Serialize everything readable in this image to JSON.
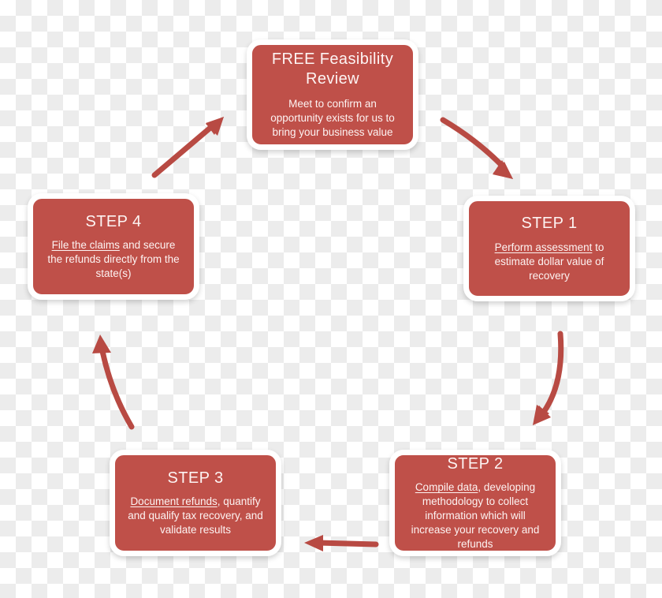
{
  "diagram": {
    "title": "FREE Feasibility Review cycle",
    "colors": {
      "node_fill": "#bf5049",
      "node_border": "#ffffff",
      "node_text": "#ffffff",
      "arrow": "#b84a43",
      "canvas_checker_light": "#ffffff",
      "canvas_checker_dark": "#ececec"
    },
    "nodes": [
      {
        "id": "intro",
        "title": "FREE Feasibility Review",
        "desc_prefix": "",
        "desc_underlined": "",
        "desc_suffix": "Meet to confirm an opportunity exists for us to bring your business value"
      },
      {
        "id": "step1",
        "title": "STEP 1",
        "desc_underlined": "Perform assessment",
        "desc_suffix": " to estimate dollar value of recovery"
      },
      {
        "id": "step2",
        "title": "STEP 2",
        "desc_underlined": "Compile data",
        "desc_suffix": ", developing methodology to collect information which will increase your recovery and refunds"
      },
      {
        "id": "step3",
        "title": "STEP 3",
        "desc_underlined": "Document refunds",
        "desc_suffix": ", quantify and qualify tax recovery, and validate results"
      },
      {
        "id": "step4",
        "title": "STEP 4",
        "desc_underlined": "File the claims",
        "desc_suffix": " and secure the refunds directly from the state(s)"
      }
    ],
    "arrows": [
      {
        "id": "intro-to-step1",
        "from": "intro",
        "to": "step1",
        "direction": "down-right",
        "shape": "curved"
      },
      {
        "id": "step1-to-step2",
        "from": "step1",
        "to": "step2",
        "direction": "down-left",
        "shape": "curved"
      },
      {
        "id": "step2-to-step3",
        "from": "step2",
        "to": "step3",
        "direction": "left",
        "shape": "straight"
      },
      {
        "id": "step3-to-step4",
        "from": "step3",
        "to": "step4",
        "direction": "up-left",
        "shape": "curved"
      },
      {
        "id": "step4-to-intro",
        "from": "step4",
        "to": "intro",
        "direction": "up-right",
        "shape": "straight"
      }
    ]
  }
}
